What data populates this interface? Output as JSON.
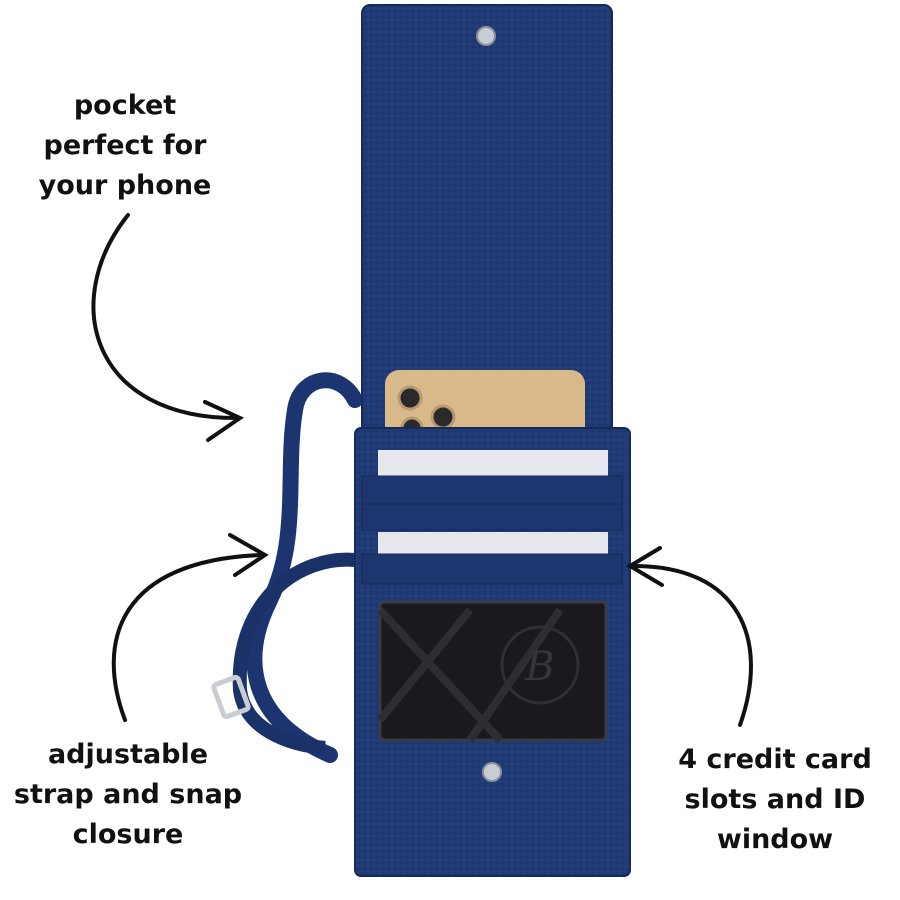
{
  "colors": {
    "leather": "#1f3a74",
    "leather_dark": "#152a58",
    "phone": "#d9b98a",
    "card": "#e6e8ee",
    "id_window": "#1a1a1e",
    "text": "#111111"
  },
  "callouts": {
    "phone_pocket": [
      "pocket",
      "perfect for",
      "your phone"
    ],
    "strap": [
      "adjustable",
      "strap and snap",
      "closure"
    ],
    "slots": [
      "4 credit card",
      "slots and ID",
      "window"
    ]
  },
  "logo_monogram": "B"
}
